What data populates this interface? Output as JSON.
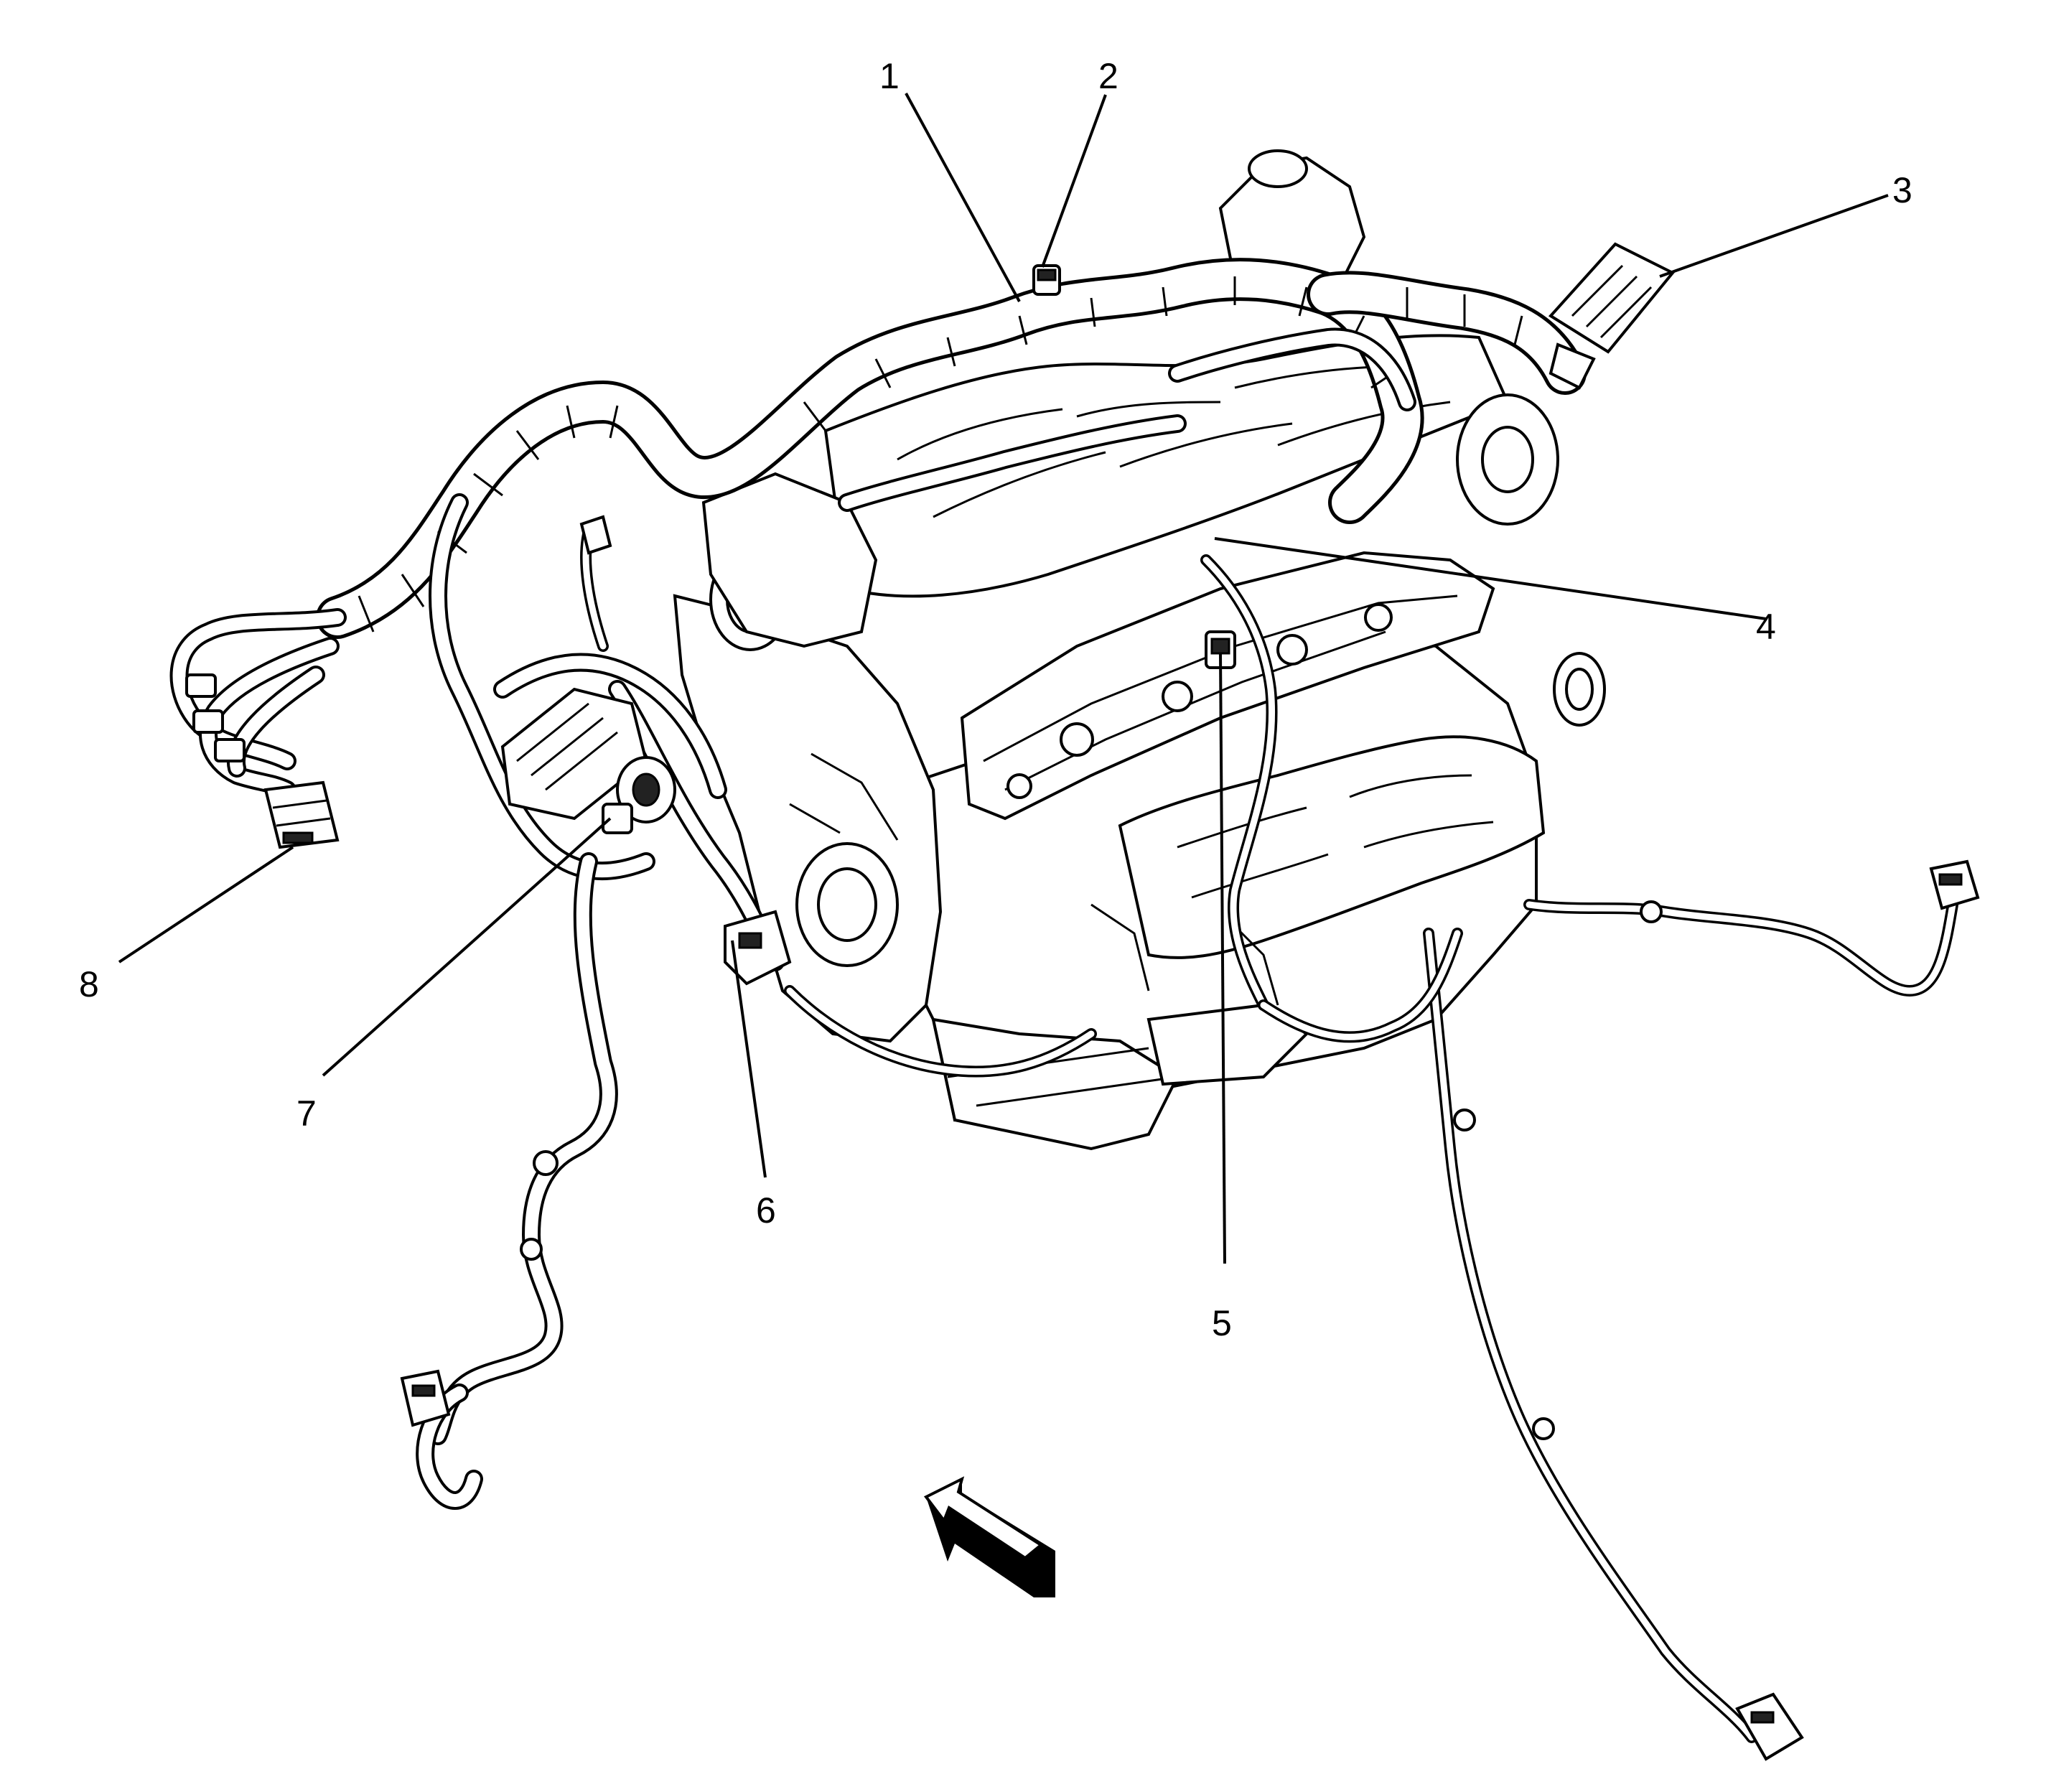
{
  "callouts": [
    {
      "id": "1",
      "label": "1"
    },
    {
      "id": "2",
      "label": "2"
    },
    {
      "id": "3",
      "label": "3"
    },
    {
      "id": "4",
      "label": "4"
    },
    {
      "id": "5",
      "label": "5"
    },
    {
      "id": "6",
      "label": "6"
    },
    {
      "id": "7",
      "label": "7"
    },
    {
      "id": "8",
      "label": "8"
    }
  ],
  "icons": {
    "view_arrow": "view-direction-arrow-icon"
  }
}
